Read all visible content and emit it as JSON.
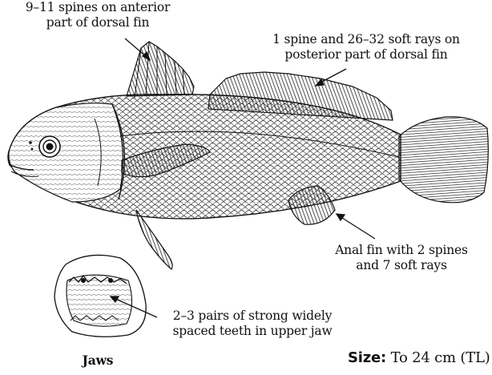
{
  "annotations": {
    "dorsal_anterior": [
      "9–11 spines on anterior",
      "part of dorsal fin"
    ],
    "dorsal_posterior": [
      "1 spine and 26–32 soft rays on",
      "posterior part of dorsal fin"
    ],
    "anal_fin": [
      "Anal fin with 2 spines",
      "and 7 soft rays"
    ],
    "teeth": [
      "2–3 pairs of strong widely",
      "spaced teeth in upper jaw"
    ]
  },
  "jaws_label": "Jaws",
  "size": {
    "label": "Size:",
    "value": "To 24 cm (TL)"
  },
  "colors": {
    "ink": "#111111",
    "background": "#ffffff"
  }
}
